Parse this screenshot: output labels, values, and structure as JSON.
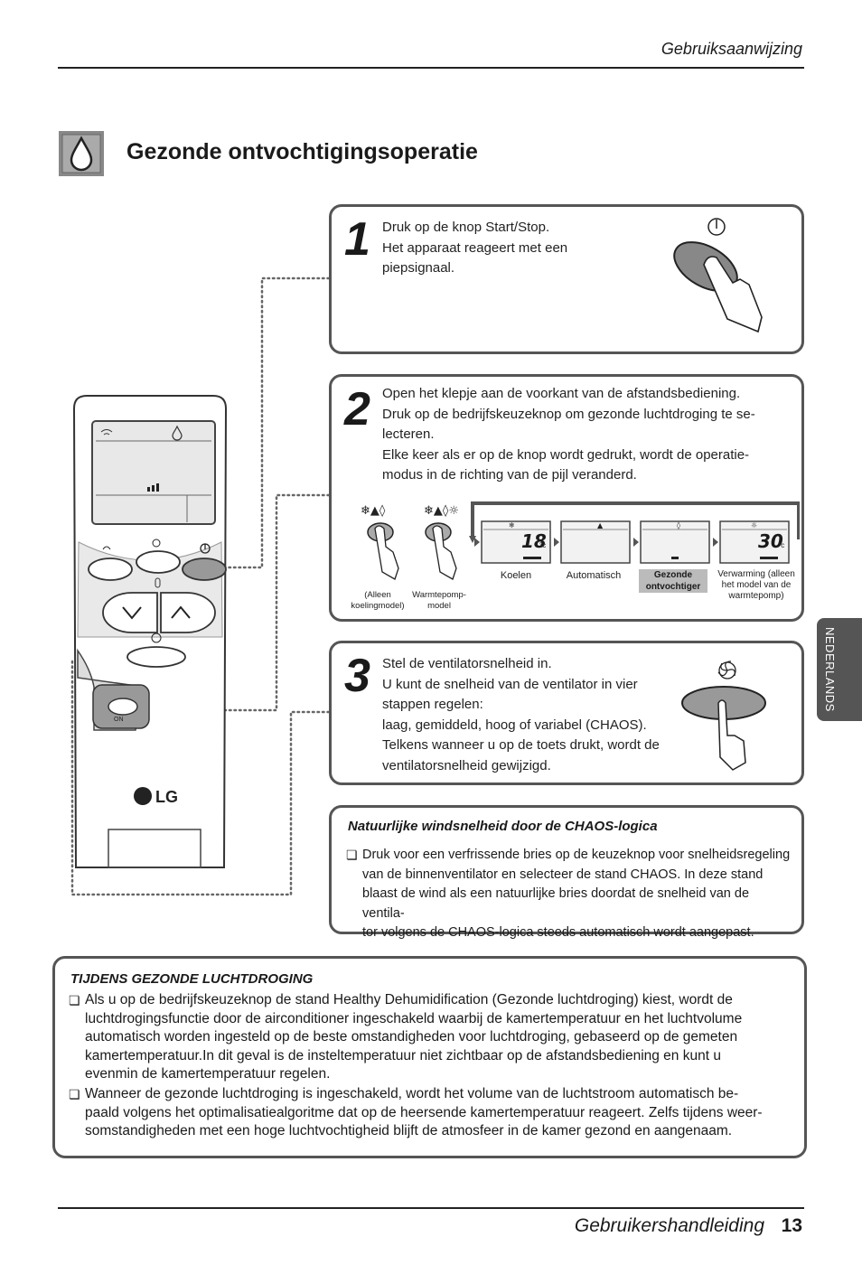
{
  "header": {
    "label": "Gebruiksaanwijzing"
  },
  "page_title": "Gezonde ontvochtigingsoperatie",
  "steps": [
    {
      "number": "1",
      "lines": [
        "Druk op de knop Start/Stop.",
        "Het apparaat reageert met een",
        "piepsignaal."
      ]
    },
    {
      "number": "2",
      "lines": [
        "Open het klepje aan de voorkant van de afstandsbediening.",
        "Druk op de bedrijfskeuzeknop om gezonde luchtdroging te se-",
        "lecteren.",
        "Elke keer als er op de knop wordt gedrukt, wordt de operatie-",
        "modus in de richting van de pijl veranderd."
      ]
    },
    {
      "number": "3",
      "lines": [
        "Stel de ventilatorsnelheid in.",
        "U kunt de snelheid van de ventilator in vier",
        "stappen regelen:",
        "laag, gemiddeld, hoog of variabel (CHAOS).",
        "Telkens wanneer u op de toets drukt, wordt de",
        "ventilatorsnelheid gewijzigd."
      ]
    }
  ],
  "button_labels": {
    "cooling_only": "(Alleen koelingmodel)",
    "heat_pump": "Warmtepomp-model"
  },
  "modes": {
    "cool": "Koelen",
    "auto": "Automatisch",
    "dehum_l1": "Gezonde",
    "dehum_l2": "ontvochtiger",
    "heat_l1": "Verwarming (alleen",
    "heat_l2": "het model van de",
    "heat_l3": "warmtepomp)",
    "cool_temp": "18",
    "heat_temp": "30",
    "unit": "°c"
  },
  "remote": {
    "brand": "LG",
    "on_label": "ON"
  },
  "note": {
    "title": "Natuurlijke windsnelheid door de CHAOS-logica",
    "lines": [
      "Druk voor een verfrissende bries op de keuzeknop voor snelheidsregeling",
      "van de binnenventilator en selecteer de stand CHAOS. In deze stand",
      "blaast de wind als een natuurlijke bries doordat de snelheid van de ventila-",
      "tor volgens de CHAOS-logica steeds automatisch wordt aangepast."
    ]
  },
  "warning": {
    "title": "TIJDENS GEZONDE LUCHTDROGING",
    "p1": [
      "Als u op de bedrijfskeuzeknop de stand Healthy Dehumidification (Gezonde luchtdroging) kiest, wordt de",
      "luchtdrogingsfunctie door de airconditioner ingeschakeld waarbij de kamertemperatuur en het luchtvolume",
      "automatisch worden ingesteld op de beste omstandigheden voor luchtdroging, gebaseerd op de gemeten",
      "kamertemperatuur.In dit geval is de insteltemperatuur niet zichtbaar op de afstandsbediening en kunt u",
      "evenmin de kamertemperatuur regelen."
    ],
    "p2": [
      "Wanneer de gezonde luchtdroging is ingeschakeld, wordt het volume van de luchtstroom automatisch be-",
      "paald volgens het optimalisatiealgoritme dat op de heersende kamertemperatuur reageert. Zelfs tijdens weer-",
      "somstandigheden met een hoge luchtvochtigheid blijft de atmosfeer in de kamer gezond en aangenaam."
    ]
  },
  "side_tab": "NEDERLANDS",
  "footer": {
    "label": "Gebruikershandleiding",
    "page": "13"
  }
}
